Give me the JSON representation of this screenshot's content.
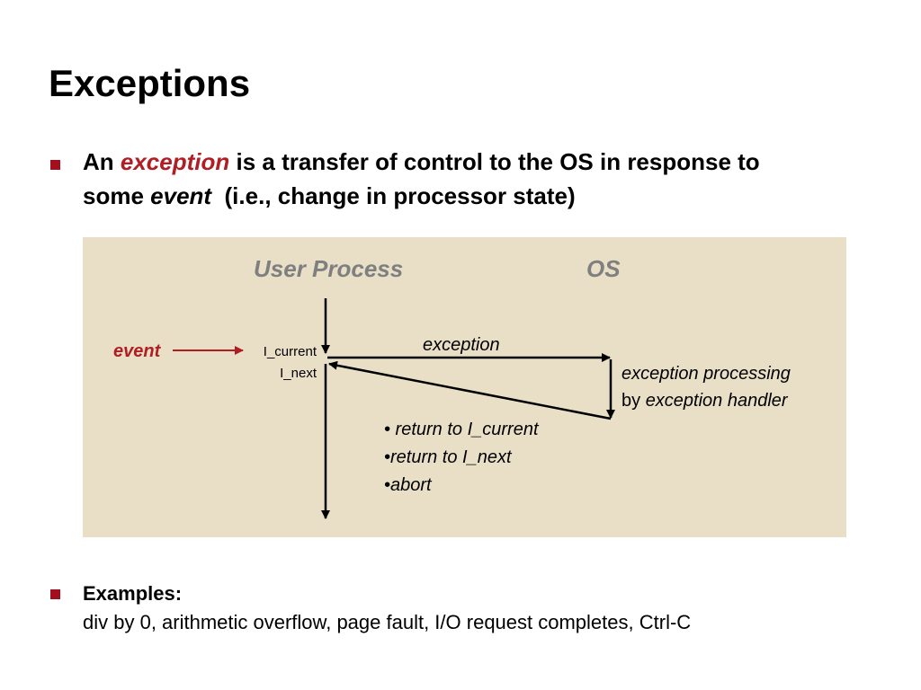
{
  "slide": {
    "title": "Exceptions",
    "bullets": [
      {
        "part1": "An ",
        "part2_emph": "exception",
        "part3": " is a transfer of control to the OS in response to",
        "part4": "some ",
        "part5_emph": "event",
        "part6": "  (i.e., change in processor state)"
      },
      {
        "heading": "Examples:",
        "body": "div by 0, arithmetic overflow, page fault, I/O request completes, Ctrl-C"
      }
    ]
  },
  "diagram": {
    "user_process_label": "User Process",
    "os_label": "OS",
    "event_label": "event",
    "i_current_label": "I_current",
    "i_next_label": "I_next",
    "exception_label": "exception",
    "processing_line1": "exception processing",
    "processing_line2_prefix": "by ",
    "processing_line2_emph": "exception handler",
    "options": [
      "• return to I_current",
      "•return to I_next",
      "•abort"
    ],
    "colors": {
      "panel_bg": "#e8dfc6",
      "accent_red": "#b01e23",
      "header_gray": "#7f7f7f"
    }
  }
}
